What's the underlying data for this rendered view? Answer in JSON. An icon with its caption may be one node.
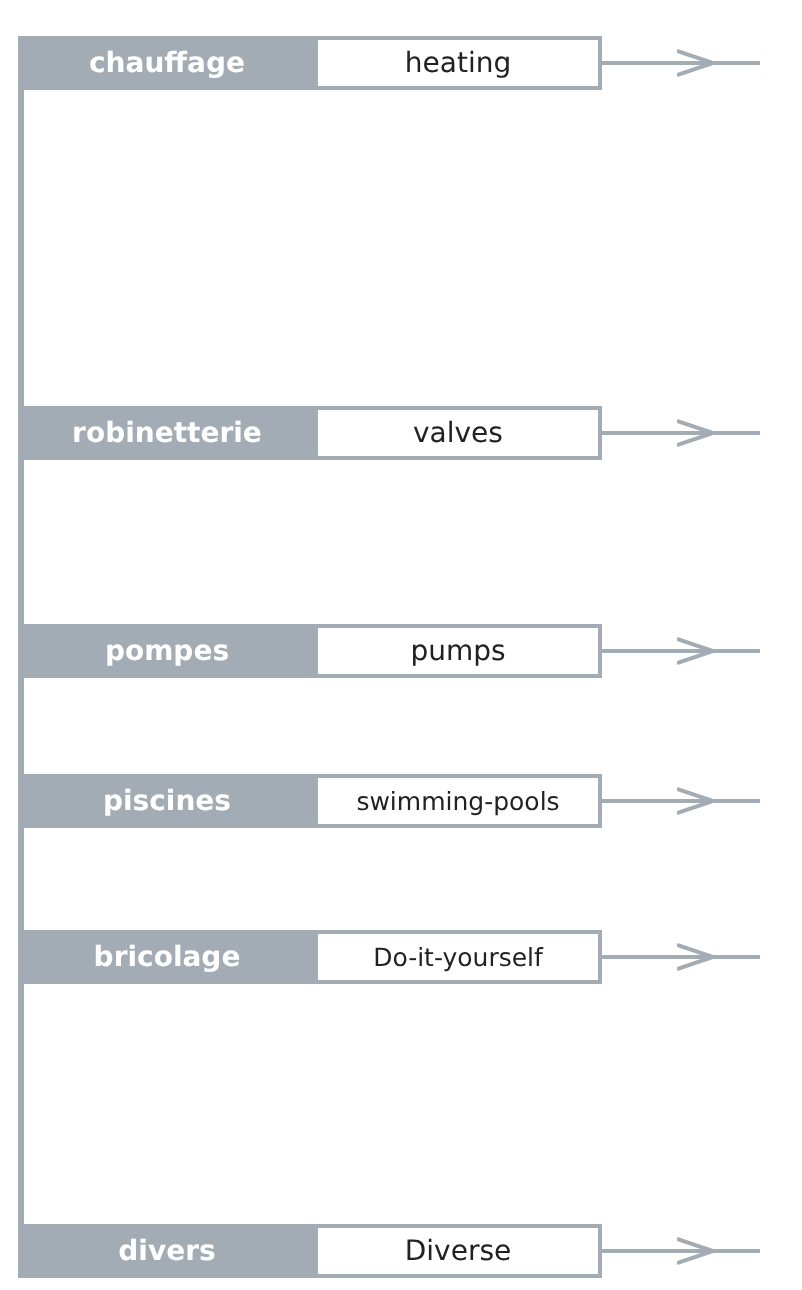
{
  "diagram": {
    "nodes": [
      {
        "text": [
          "chauffage"
        ]
      },
      {
        "text": [
          "heating"
        ]
      },
      {
        "text": [
          "robinetterie"
        ]
      },
      {
        "text": [
          "valves"
        ]
      },
      {
        "text": [
          "pompes"
        ]
      },
      {
        "text": [
          "pumps"
        ]
      },
      {
        "text": [
          "piscines"
        ]
      },
      {
        "text": [
          "swimming-pools"
        ]
      },
      {
        "text": [
          "bricolage"
        ]
      },
      {
        "text": [
          "Do-it-yourself"
        ]
      },
      {
        "text": [
          "divers"
        ]
      },
      {
        "text": [
          "Diverse"
        ]
      }
    ],
    "edges": [
      {
        "from": 1,
        "to": null,
        "arrow": "to"
      },
      {
        "from": 3,
        "to": null,
        "arrow": "to"
      },
      {
        "from": 5,
        "to": null,
        "arrow": "to"
      },
      {
        "from": 7,
        "to": null,
        "arrow": "to"
      },
      {
        "from": 9,
        "to": null,
        "arrow": "to"
      },
      {
        "from": 11,
        "to": null,
        "arrow": "to"
      }
    ]
  }
}
